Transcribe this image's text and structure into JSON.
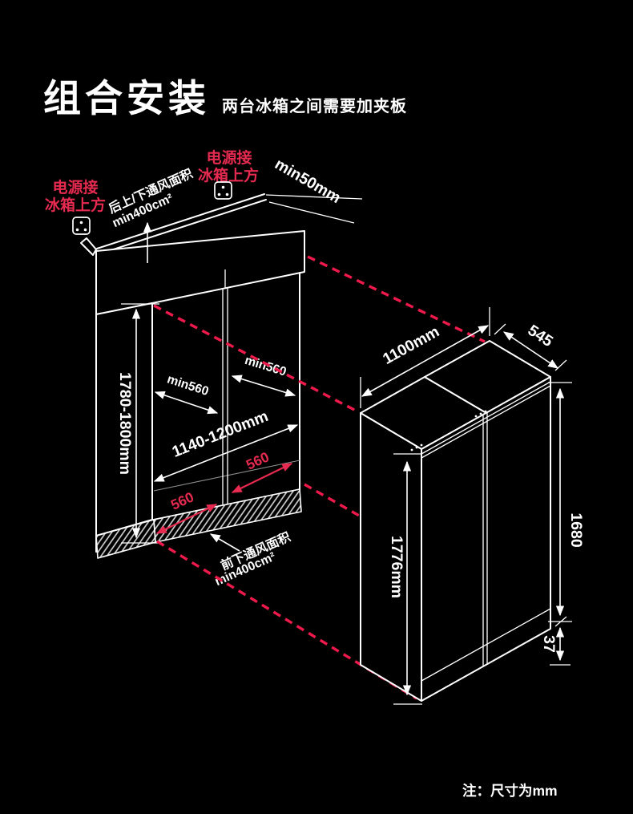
{
  "page": {
    "background": "#000000",
    "note": "注：尺寸为mm"
  },
  "header": {
    "title": "组合安装",
    "subtitle": "两台冰箱之间需要加夹板"
  },
  "colors": {
    "line": "#ffffff",
    "red_text": "#e62a50",
    "red_dash": "#ee1a4c",
    "gray": "#8f8f8f"
  },
  "niche": {
    "power_left": {
      "line1": "电源接",
      "line2": "冰箱上方",
      "icon": "power-outlet-icon"
    },
    "power_top": {
      "line1": "电源接",
      "line2": "冰箱上方",
      "icon": "power-outlet-icon"
    },
    "vent_top": {
      "line1": "后上/下通风面积",
      "line2": "min400cm²"
    },
    "vent_bottom": {
      "line1": "前下通风面积",
      "line2": "min400cm²"
    },
    "dims": {
      "ceiling_gap": "min50mm",
      "height": "1780-1800mm",
      "width": "1140-1200mm",
      "depth_left": "min560",
      "depth_right": "min560",
      "bottom_depth_left": "560",
      "bottom_depth_right": "560"
    }
  },
  "fridges": {
    "dims": {
      "width": "1100mm",
      "depth": "545",
      "height_front": "1776mm",
      "height_right": "1680",
      "plinth": "37"
    }
  }
}
